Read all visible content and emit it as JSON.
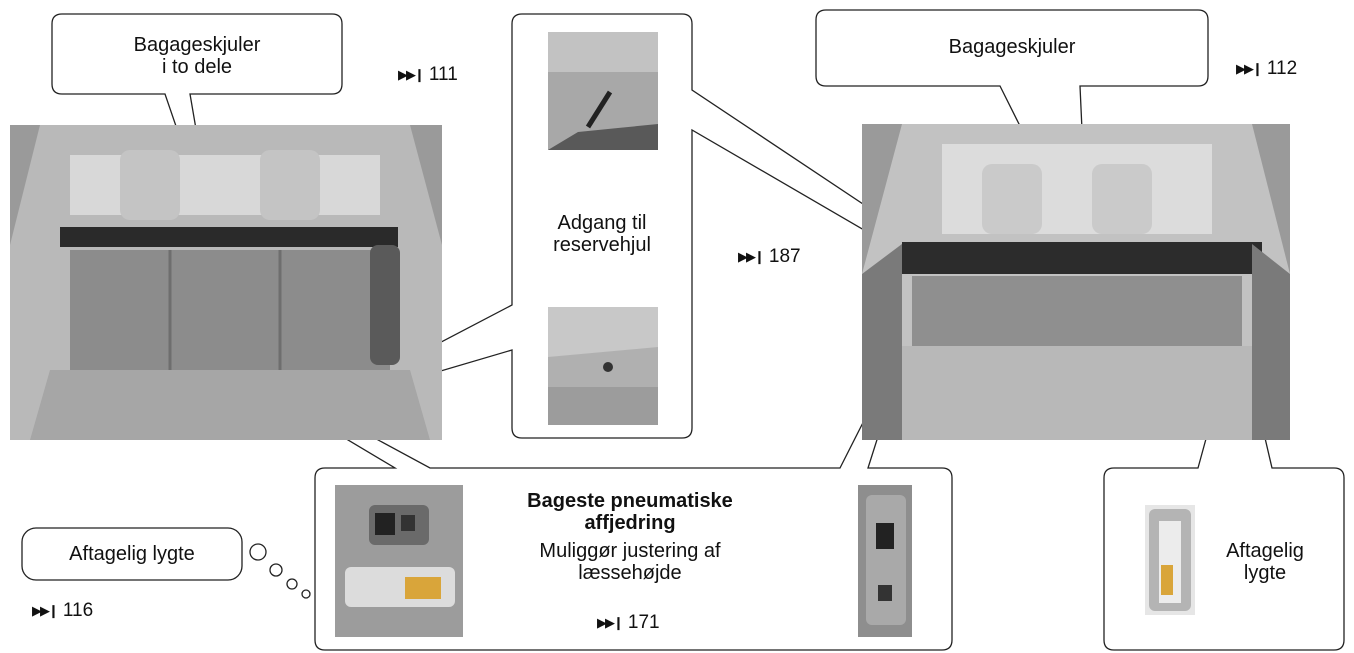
{
  "callouts": {
    "split_cover_label": "Bagageskjuler\ni to dele",
    "split_cover_ref": "111",
    "spare_wheel_label": "Adgang til\nreservehjul",
    "spare_wheel_ref": "187",
    "cover_label": "Bagageskjuler",
    "cover_ref": "112",
    "lamp_left_label": "Aftagelig lygte",
    "lamp_left_ref": "116",
    "suspension_title": "Bageste pneumatiske\naffjedring",
    "suspension_desc": "Muliggør justering af\nlæssehøjde",
    "suspension_ref": "171",
    "lamp_right_label": "Aftagelig\nlygte"
  },
  "icons": {
    "page_ref": "skip-forward-icon"
  }
}
